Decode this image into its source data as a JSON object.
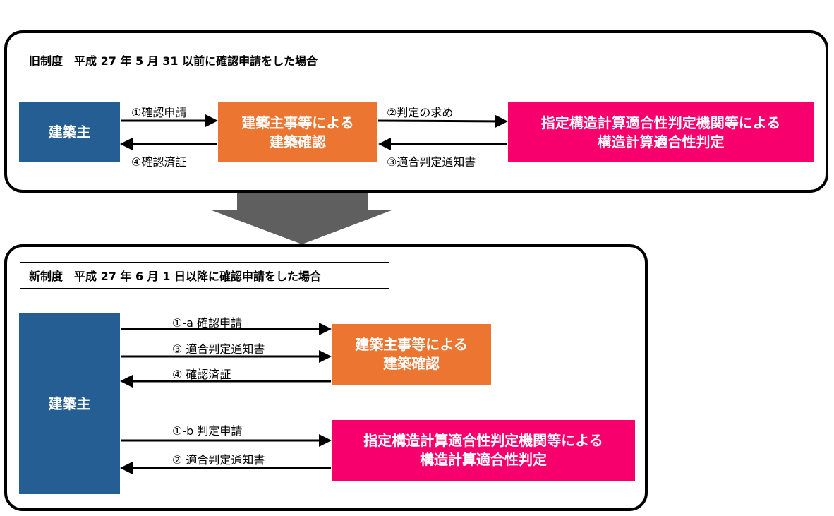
{
  "colors": {
    "owner": "#255E93",
    "confirmation": "#EC7532",
    "judgement": "#F7006E",
    "transition_arrow": "#5F5F5F"
  },
  "old_system": {
    "caption": "旧制度　平成 27 年 5 月 31 以前に確認申請をした場合",
    "owner": "建築主",
    "confirmation_line1": "建築主事等による",
    "confirmation_line2": "建築確認",
    "judgement_line1": "指定構造計算適合性判定機関等による",
    "judgement_line2": "構造計算適合性判定",
    "flows": [
      {
        "label": "①確認申請"
      },
      {
        "label": "④確認済証"
      },
      {
        "label": "②判定の求め"
      },
      {
        "label": "③適合判定通知書"
      }
    ]
  },
  "new_system": {
    "caption": "新制度　平成 27 年 6 月 1 日以降に確認申請をした場合",
    "owner": "建築主",
    "confirmation_line1": "建築主事等による",
    "confirmation_line2": "建築確認",
    "judgement_line1": "指定構造計算適合性判定機関等による",
    "judgement_line2": "構造計算適合性判定",
    "flows": [
      {
        "label": "①-a  確認申請"
      },
      {
        "label": "③  適合判定通知書"
      },
      {
        "label": "④  確認済証"
      },
      {
        "label": "①-b  判定申請"
      },
      {
        "label": "②  適合判定通知書"
      }
    ]
  }
}
